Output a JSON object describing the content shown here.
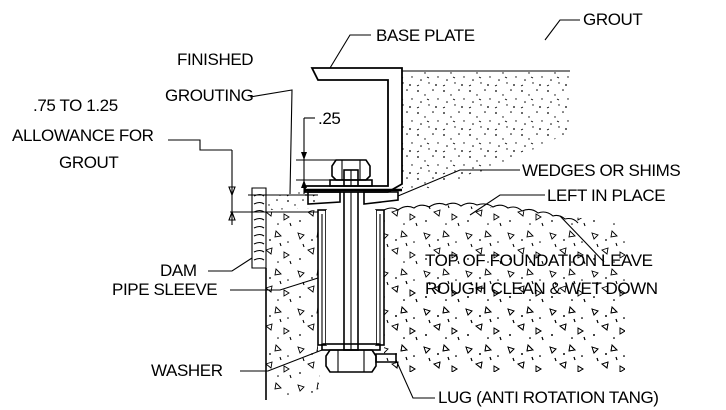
{
  "labels": {
    "base_plate": "BASE PLATE",
    "grout": "GROUT",
    "finished": "FINISHED",
    "grouting": "GROUTING",
    "allowance_line1": ".75 TO 1.25",
    "allowance_line2": "ALLOWANCE FOR",
    "allowance_line3": "GROUT",
    "dim_25": ".25",
    "wedges_line1": "WEDGES OR SHIMS",
    "wedges_line2": "LEFT IN PLACE",
    "dam": "DAM",
    "top_line1": "TOP OF FOUNDATION LEAVE",
    "top_line2": "ROUGH CLEAN & WET DOWN",
    "pipe_sleeve": "PIPE SLEEVE",
    "washer": "WASHER",
    "lug": "LUG (ANTI ROTATION TANG)"
  }
}
